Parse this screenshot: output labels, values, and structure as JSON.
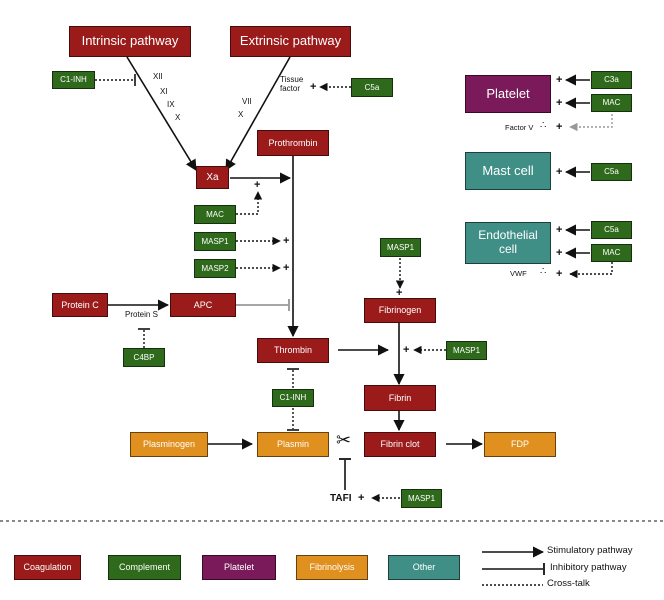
{
  "colors": {
    "coagulation": "#9b1b1b",
    "complement": "#2f6a1c",
    "platelet": "#7a1a5a",
    "fibrinolysis": "#e0901e",
    "other": "#3f8f86"
  },
  "headers": {
    "intrinsic": "Intrinsic pathway",
    "extrinsic": "Extrinsic pathway"
  },
  "nodes": {
    "xa": "Xa",
    "prothrombin": "Prothrombin",
    "protein_c": "Protein C",
    "apc": "APC",
    "thrombin": "Thrombin",
    "fibrinogen": "Fibrinogen",
    "fibrin": "Fibrin",
    "fibrin_clot": "Fibrin clot",
    "fdp": "FDP",
    "plasminogen": "Plasminogen",
    "plasmin": "Plasmin"
  },
  "complement": {
    "c1inh_top": "C1-INH",
    "c5a_tissue": "C5a",
    "mac_xa": "MAC",
    "masp1_a": "MASP1",
    "masp2": "MASP2",
    "masp1_fibrinogen": "MASP1",
    "c4bp": "C4BP",
    "masp1_fibrin": "MASP1",
    "c1inh_mid": "C1-INH",
    "masp1_tafi": "MASP1",
    "c3a_platelet": "C3a",
    "mac_platelet": "MAC",
    "c5a_mast": "C5a",
    "c5a_endo": "C5a",
    "mac_endo": "MAC"
  },
  "cells": {
    "platelet": "Platelet",
    "mast_cell": "Mast cell",
    "endothelial": "Endothelial cell"
  },
  "labels": {
    "factors_intrinsic": [
      "XII",
      "XI",
      "IX",
      "X"
    ],
    "factors_extrinsic": [
      "VII",
      "X"
    ],
    "tissue_factor": "Tissue factor",
    "protein_s": "Protein S",
    "factor_v": "Factor V",
    "vwf": "VWF",
    "tafi": "TAFI",
    "scissors_icon": "scissors-icon"
  },
  "legend": {
    "categories": [
      "Coagulation",
      "Complement",
      "Platelet",
      "Fibrinolysis",
      "Other"
    ],
    "stimulatory": "Stimulatory pathway",
    "inhibitory": "Inhibitory pathway",
    "crosstalk": "Cross-talk"
  }
}
